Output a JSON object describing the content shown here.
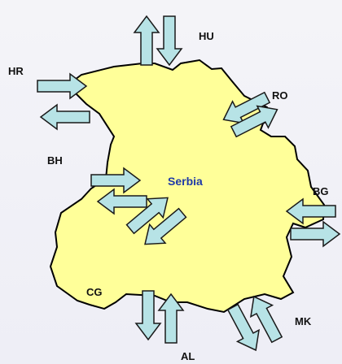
{
  "map": {
    "country_label": "Serbia",
    "neighbors": {
      "hu": "HU",
      "hr": "HR",
      "ro": "RO",
      "bh": "BH",
      "bg": "BG",
      "cg": "CG",
      "mk": "MK",
      "al": "AL"
    }
  },
  "colors": {
    "country_fill": "#ffff99",
    "country_stroke": "#000000",
    "arrow_fill": "#b7e3e6",
    "arrow_stroke": "#1a1a1a",
    "country_label": "#1f3aa8"
  }
}
